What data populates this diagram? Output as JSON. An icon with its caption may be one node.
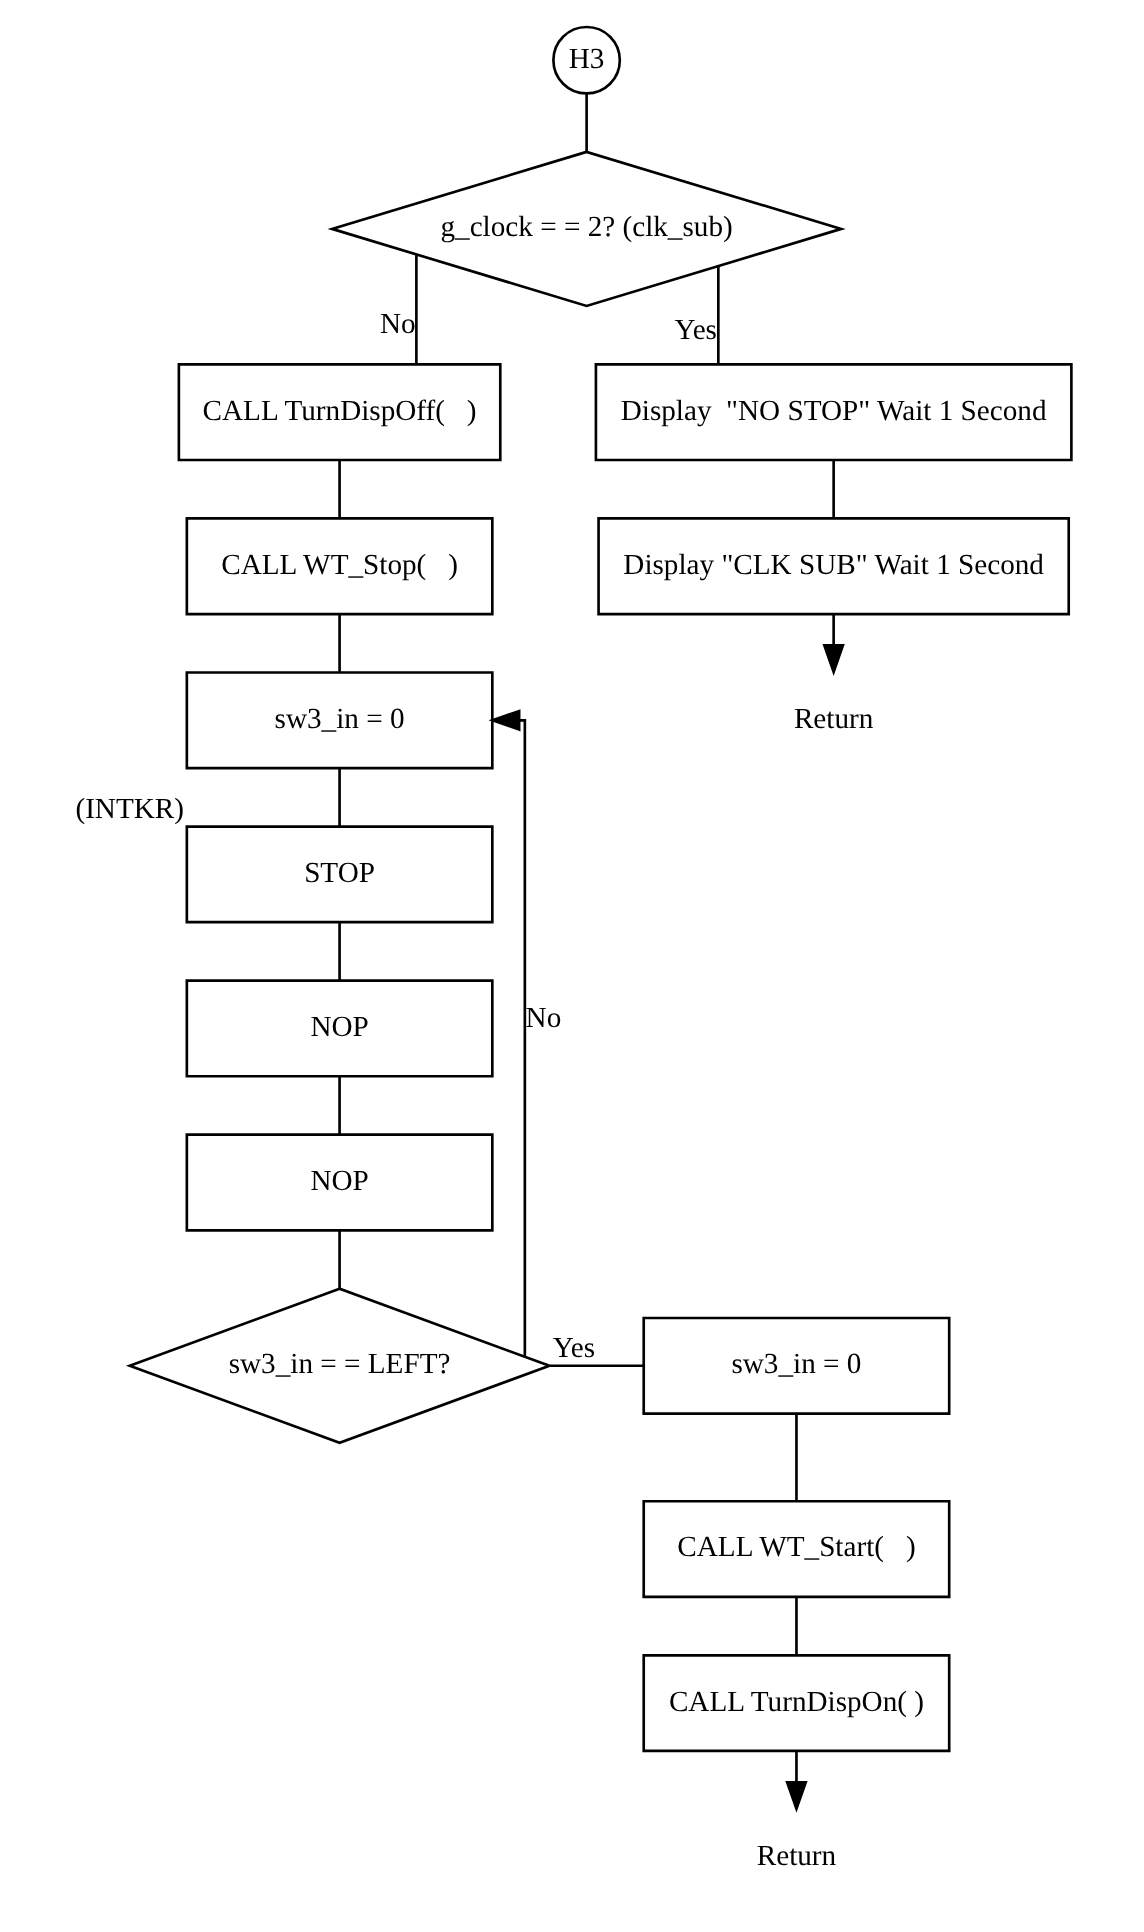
{
  "diagram": {
    "nodes": [
      {
        "text": [
          "H3"
        ]
      },
      {
        "text": [
          "g_clock = = 2? (clk_sub)"
        ]
      },
      {
        "text": [
          "CALL TurnDispOff(   )"
        ]
      },
      {
        "text": [
          "CALL WT_Stop(   )"
        ]
      },
      {
        "text": [
          "sw3_in = 0"
        ]
      },
      {
        "text": [
          "STOP"
        ],
        "beside": [
          "(INTKR)"
        ]
      },
      {
        "text": [
          "NOP"
        ]
      },
      {
        "text": [
          "NOP"
        ]
      },
      {
        "text": [
          "sw3_in = = LEFT?"
        ]
      },
      {
        "text": [
          "sw3_in = 0"
        ]
      },
      {
        "text": [
          "CALL WT_Start(   )"
        ]
      },
      {
        "text": [
          "CALL TurnDispOn( )"
        ]
      },
      {
        "text": [
          "Return"
        ]
      },
      {
        "text": [
          "Display  \"NO STOP\" Wait 1 Second"
        ]
      },
      {
        "text": [
          "Display \"CLK SUB\" Wait 1 Second"
        ]
      },
      {
        "text": [
          "Return"
        ]
      }
    ],
    "edges": [
      {
        "from": 0,
        "to": 1,
        "arrow": "none"
      },
      {
        "from": 1,
        "to": 2,
        "arrow": "none",
        "label": "No"
      },
      {
        "from": 2,
        "to": 3,
        "arrow": "none"
      },
      {
        "from": 3,
        "to": 4,
        "arrow": "none"
      },
      {
        "from": 4,
        "to": 5,
        "arrow": "none"
      },
      {
        "from": 5,
        "to": 6,
        "arrow": "none"
      },
      {
        "from": 6,
        "to": 7,
        "arrow": "none"
      },
      {
        "from": 7,
        "to": 8,
        "arrow": "none"
      },
      {
        "from": 8,
        "to": 4,
        "arrow": "to",
        "label": "No"
      },
      {
        "from": 8,
        "to": 9,
        "arrow": "none",
        "label": "Yes"
      },
      {
        "from": 9,
        "to": 10,
        "arrow": "none"
      },
      {
        "from": 10,
        "to": 11,
        "arrow": "none"
      },
      {
        "from": 11,
        "to": 12,
        "arrow": "to"
      },
      {
        "from": 1,
        "to": 13,
        "arrow": "none",
        "label": "Yes"
      },
      {
        "from": 13,
        "to": 14,
        "arrow": "none"
      },
      {
        "from": 14,
        "to": 15,
        "arrow": "to"
      }
    ]
  }
}
